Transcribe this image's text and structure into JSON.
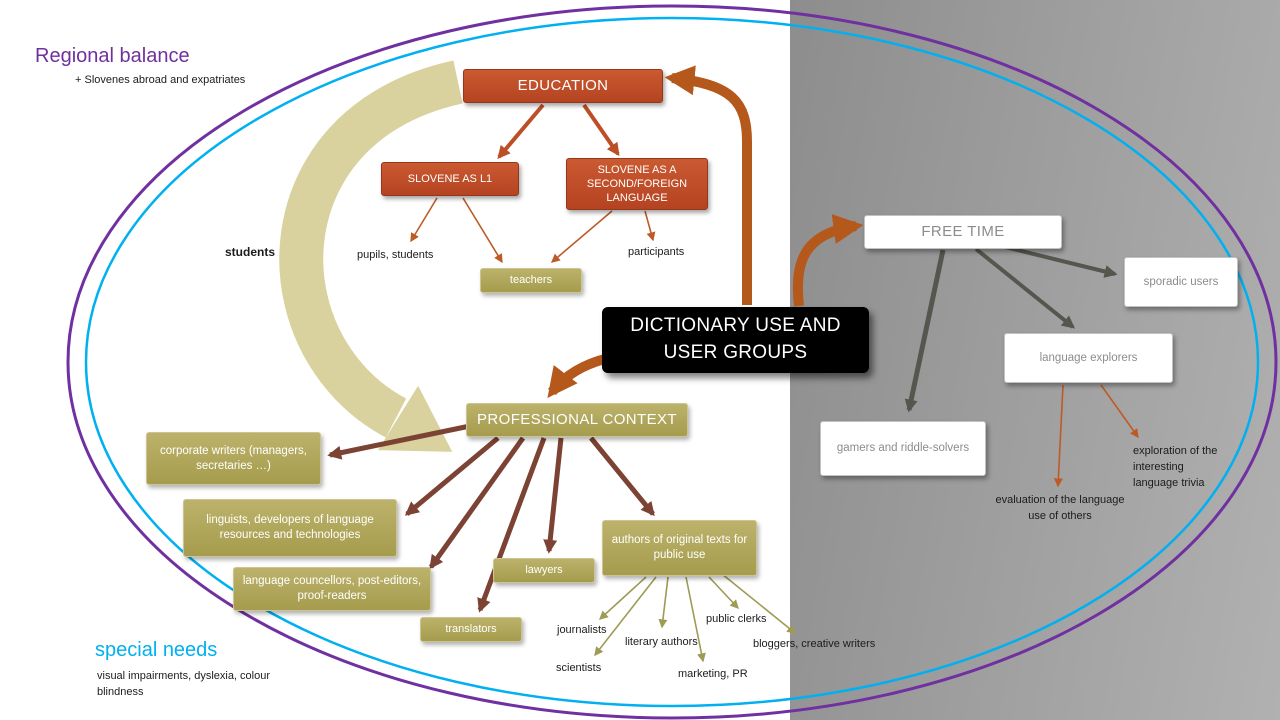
{
  "header": {
    "regional_balance": "Regional balance",
    "regional_note": "+ Slovenes abroad and expatriates",
    "special_needs": "special needs",
    "special_note": "visual impairments, dyslexia, colour blindness"
  },
  "center": {
    "title_line1": "DICTIONARY USE AND",
    "title_line2": "USER GROUPS"
  },
  "education": {
    "title": "EDUCATION",
    "slovene_l1": "SLOVENE AS L1",
    "slovene_foreign": "SLOVENE AS A SECOND/FOREIGN LANGUAGE",
    "teachers": "teachers",
    "pupils_students": "pupils, students",
    "participants": "participants",
    "students": "students"
  },
  "free_time": {
    "title": "FREE TIME",
    "sporadic_users": "sporadic users",
    "language_explorers": "language explorers",
    "gamers": "gamers and riddle-solvers",
    "evaluation": "evaluation of the language use of others",
    "exploration": "exploration of the interesting language trivia"
  },
  "professional": {
    "title": "PROFESSIONAL CONTEXT",
    "corporate_writers": "corporate writers (managers, secretaries …)",
    "linguists": "linguists, developers of language resources and technologies",
    "language_councellors": "language councellors, post-editors, proof-readers",
    "translators": "translators",
    "lawyers": "lawyers",
    "authors": "authors of original texts for public use",
    "journalists": "journalists",
    "literary_authors": "literary authors",
    "scientists": "scientists",
    "marketing_pr": "marketing, PR",
    "public_clerks": "public clerks",
    "bloggers": "bloggers, creative writers"
  },
  "colors": {
    "purple_ellipse": "#7030a0",
    "cyan_ellipse": "#00b0f0",
    "orange_box": "#bf4b28",
    "khaki_box": "#b0a75c",
    "arrow_orange": "#b5581c",
    "arrow_brown": "#7c4233",
    "arrow_gray": "#56564e",
    "arrow_olive": "#9e9b55",
    "beige_arrow": "#d7d09a"
  }
}
